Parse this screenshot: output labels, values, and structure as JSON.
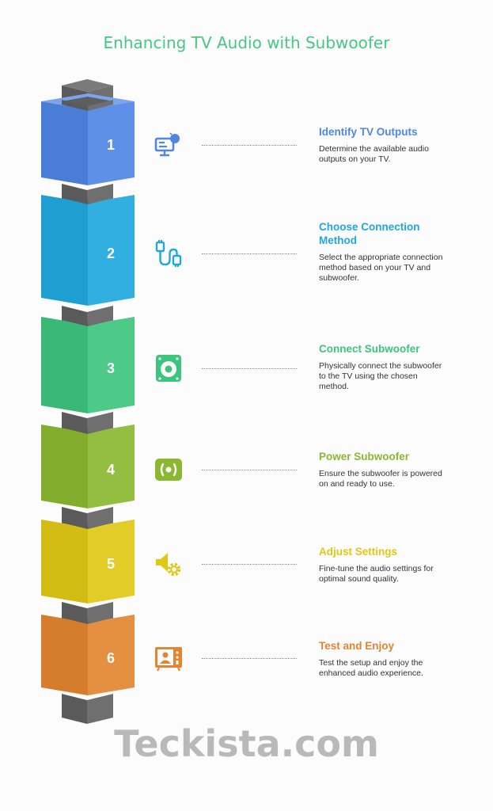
{
  "title": "Enhancing TV Audio with Subwoofer",
  "steps": [
    {
      "number": "1",
      "title": "Identify TV Outputs",
      "description": "Determine the available audio outputs on your TV.",
      "color": "#4f86e4",
      "icon": "tv-audio-icon"
    },
    {
      "number": "2",
      "title": "Choose Connection Method",
      "description": "Select the appropriate connection method based on your TV and subwoofer.",
      "color": "#20a8de",
      "icon": "cable-connector-icon"
    },
    {
      "number": "3",
      "title": "Connect Subwoofer",
      "description": "Physically connect the subwoofer to the TV using the chosen method.",
      "color": "#3dc47e",
      "icon": "speaker-icon"
    },
    {
      "number": "4",
      "title": "Power Subwoofer",
      "description": "Ensure the subwoofer is powered on and ready to use.",
      "color": "#8ab830",
      "icon": "power-signal-icon"
    },
    {
      "number": "5",
      "title": "Adjust Settings",
      "description": "Fine-tune the audio settings for optimal sound quality.",
      "color": "#e0c814",
      "icon": "sound-settings-icon"
    },
    {
      "number": "6",
      "title": "Test and Enjoy",
      "description": "Test the setup and enjoy the enhanced audio experience.",
      "color": "#e38530",
      "icon": "tv-user-icon"
    }
  ],
  "watermark": "Teckista.com"
}
